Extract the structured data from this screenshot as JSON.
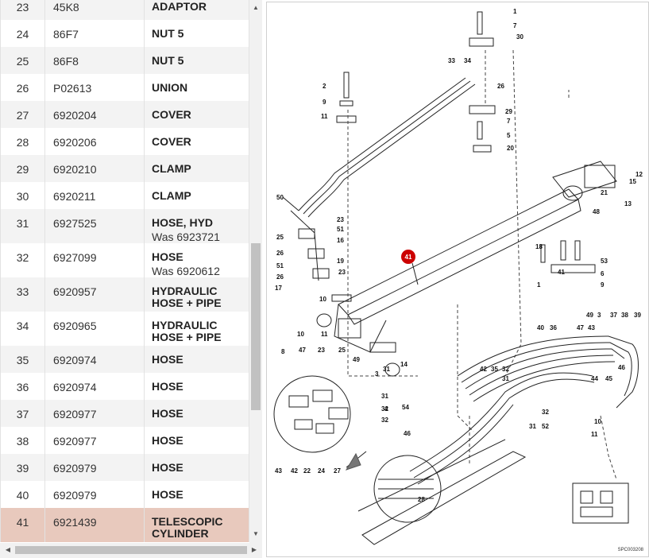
{
  "parts_table": {
    "rows": [
      {
        "num": "23",
        "part": "45K8",
        "desc": "ADAPTOR",
        "note": ""
      },
      {
        "num": "24",
        "part": "86F7",
        "desc": "NUT 5",
        "note": ""
      },
      {
        "num": "25",
        "part": "86F8",
        "desc": "NUT 5",
        "note": ""
      },
      {
        "num": "26",
        "part": "P02613",
        "desc": "UNION",
        "note": ""
      },
      {
        "num": "27",
        "part": "6920204",
        "desc": "COVER",
        "note": ""
      },
      {
        "num": "28",
        "part": "6920206",
        "desc": "COVER",
        "note": ""
      },
      {
        "num": "29",
        "part": "6920210",
        "desc": "CLAMP",
        "note": ""
      },
      {
        "num": "30",
        "part": "6920211",
        "desc": "CLAMP",
        "note": ""
      },
      {
        "num": "31",
        "part": "6927525",
        "desc": "HOSE, HYD",
        "note": "Was 6923721"
      },
      {
        "num": "32",
        "part": "6927099",
        "desc": "HOSE",
        "note": "Was 6920612"
      },
      {
        "num": "33",
        "part": "6920957",
        "desc": "HYDRAULIC HOSE + PIPE",
        "note": ""
      },
      {
        "num": "34",
        "part": "6920965",
        "desc": "HYDRAULIC HOSE + PIPE",
        "note": ""
      },
      {
        "num": "35",
        "part": "6920974",
        "desc": "HOSE",
        "note": ""
      },
      {
        "num": "36",
        "part": "6920974",
        "desc": "HOSE",
        "note": ""
      },
      {
        "num": "37",
        "part": "6920977",
        "desc": "HOSE",
        "note": ""
      },
      {
        "num": "38",
        "part": "6920977",
        "desc": "HOSE",
        "note": ""
      },
      {
        "num": "39",
        "part": "6920979",
        "desc": "HOSE",
        "note": ""
      },
      {
        "num": "40",
        "part": "6920979",
        "desc": "HOSE",
        "note": ""
      },
      {
        "num": "41",
        "part": "6921439",
        "desc": "TELESCOPIC CYLINDER",
        "note": ""
      }
    ],
    "selected_num": "41"
  },
  "diagram": {
    "highlight_callout": "41",
    "drawing_code": "SPC003208",
    "callouts": [
      "1",
      "7",
      "30",
      "33",
      "34",
      "2",
      "9",
      "11",
      "26",
      "29",
      "7",
      "5",
      "20",
      "12",
      "15",
      "13",
      "48",
      "21",
      "50",
      "23",
      "25",
      "51",
      "26",
      "16",
      "19",
      "23",
      "51",
      "26",
      "17",
      "18",
      "41",
      "53",
      "6",
      "1",
      "9",
      "10",
      "11",
      "10",
      "49",
      "3",
      "14",
      "49",
      "3",
      "37",
      "38",
      "39",
      "40",
      "36",
      "47",
      "43",
      "44",
      "45",
      "46",
      "42",
      "35",
      "32",
      "31",
      "31",
      "32",
      "52",
      "10",
      "11",
      "8",
      "47",
      "23",
      "25",
      "31",
      "32",
      "31",
      "32",
      "4",
      "54",
      "46",
      "43",
      "42",
      "22",
      "24",
      "27",
      "28"
    ]
  },
  "colors": {
    "selected_row": "#e8c9bd",
    "callout_highlight": "#cc0000",
    "stripe": "#f3f3f3"
  }
}
